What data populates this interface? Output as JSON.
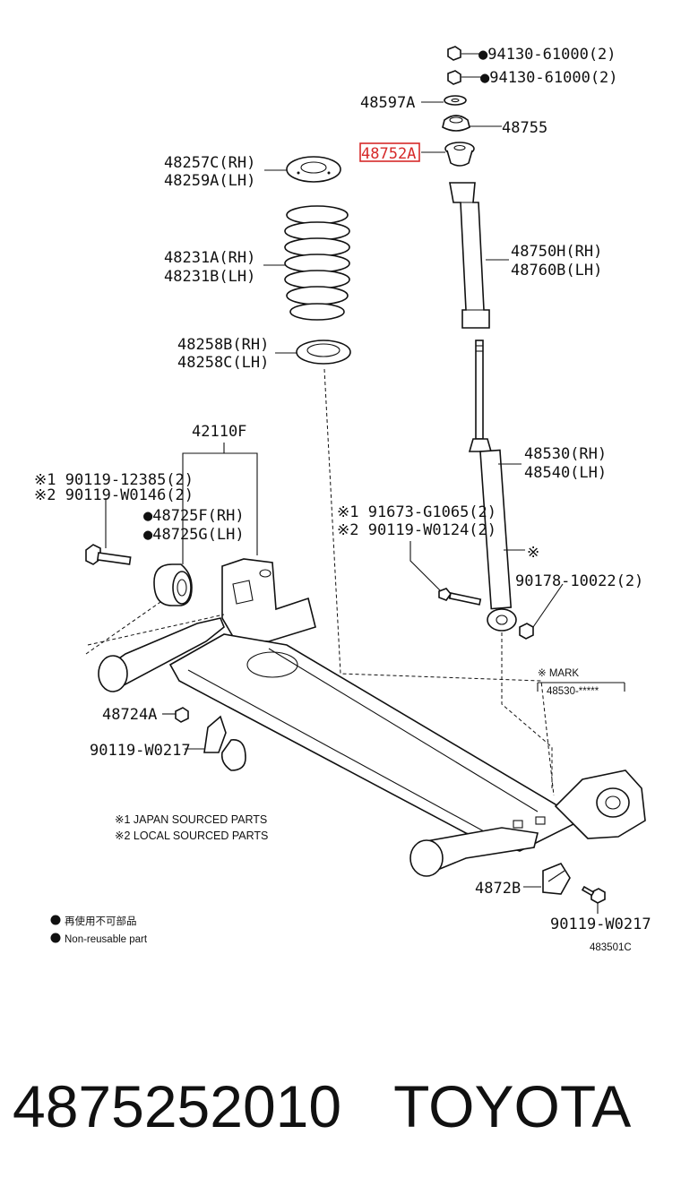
{
  "labels": {
    "nut1": "●94130-61000(2)",
    "nut2": "●94130-61000(2)",
    "washer": "48597A",
    "support": "48755",
    "highlight": "48752A",
    "upper_seat_rh": "48257C(RH)",
    "upper_seat_lh": "48259A(LH)",
    "spring_rh": "48231A(RH)",
    "spring_lh": "48231B(LH)",
    "boot_rh": "48750H(RH)",
    "boot_lh": "48760B(LH)",
    "lower_seat_rh": "48258B(RH)",
    "lower_seat_lh": "48258C(LH)",
    "beam": "42110F",
    "absorber_rh": "48530(RH)",
    "absorber_lh": "48540(LH)",
    "bolt_a1": "※1  90119-12385(2)",
    "bolt_a2": "※2  90119-W0146(2)",
    "bush_rh": "●48725F(RH)",
    "bush_lh": "●48725G(LH)",
    "bolt_b1": "※1  91673-G1065(2)",
    "bolt_b2": "※2  90119-W0124(2)",
    "mark_sym": "※",
    "nut3": "90178-10022(2)",
    "mark_title": "※   MARK",
    "mark_value": "48530-*****",
    "bracket_a": "48724A",
    "bolt_c": "90119-W0217",
    "bracket_b": "4872B",
    "bolt_d": "90119-W0217"
  },
  "notes": {
    "japan": "※1 JAPAN SOURCED PARTS",
    "local": "※2 LOCAL SOURCED PARTS",
    "nonreuse_jp": "再使用不可部品",
    "nonreuse_en": "Non-reusable part",
    "diagram_code": "483501C"
  },
  "footer": {
    "part_number": "4875252010",
    "brand": "TOYOTA"
  },
  "colors": {
    "highlight": "#d62a2a",
    "ink": "#111111"
  }
}
